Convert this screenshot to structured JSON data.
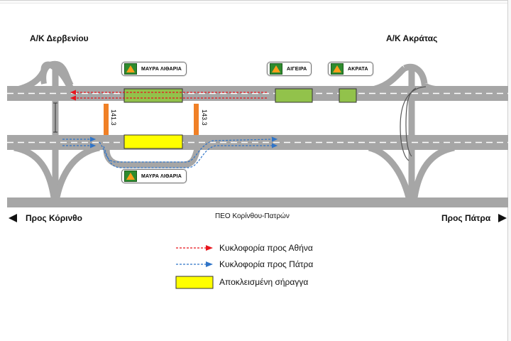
{
  "interchanges": {
    "left": "Α/Κ Δερβενίου",
    "right": "Α/Κ Ακράτας"
  },
  "tunnels": [
    {
      "name": "ΜΑΥΡΑ ΛΙΘΑΡΙΑ",
      "carriageway": "upper"
    },
    {
      "name": "ΑΙΓΕΙΡΑ",
      "carriageway": "upper"
    },
    {
      "name": "ΑΚΡΑΤΑ",
      "carriageway": "upper"
    },
    {
      "name": "ΜΑΥΡΑ ΛΙΘΑΡΙΑ",
      "carriageway": "lower"
    }
  ],
  "crossovers": {
    "left_km": "141.3",
    "right_km": "143.3"
  },
  "directions": {
    "left": "Προς Κόρινθο",
    "right": "Προς Πάτρα",
    "road": "ΠΕΟ Κορίνθου-Πατρών"
  },
  "legend": {
    "athens": "Κυκλοφορία προς Αθήνα",
    "patra": "Κυκλοφορία προς Πάτρα",
    "closed": "Αποκλεισμένη σήραγγα"
  },
  "colors": {
    "road": "#a6a6a6",
    "open_tunnel": "#92c24b",
    "closed_tunnel": "#ffff00",
    "athens_traffic": "#e8141c",
    "patra_traffic": "#2f74c8",
    "crossover": "#f08026"
  }
}
